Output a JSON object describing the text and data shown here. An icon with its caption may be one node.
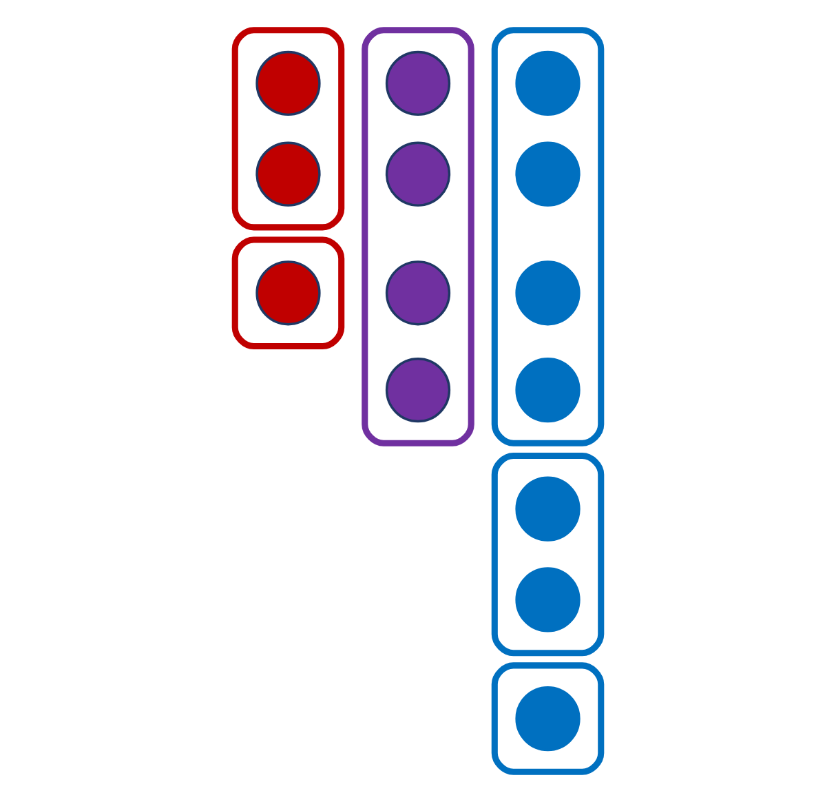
{
  "diagram": {
    "nodes": [
      {
        "text": [],
        "shape": "box"
      },
      {
        "text": [],
        "shape": "circle",
        "in": 0
      },
      {
        "text": [],
        "shape": "circle",
        "in": 0
      },
      {
        "text": [],
        "shape": "box"
      },
      {
        "text": [],
        "shape": "circle",
        "in": 3
      },
      {
        "text": [],
        "shape": "box"
      },
      {
        "text": [],
        "shape": "circle",
        "in": 5
      },
      {
        "text": [],
        "shape": "circle",
        "in": 5
      },
      {
        "text": [],
        "shape": "circle",
        "in": 5
      },
      {
        "text": [],
        "shape": "circle",
        "in": 5
      },
      {
        "text": [],
        "shape": "box"
      },
      {
        "text": [],
        "shape": "circle",
        "in": 10
      },
      {
        "text": [],
        "shape": "circle",
        "in": 10
      },
      {
        "text": [],
        "shape": "circle",
        "in": 10
      },
      {
        "text": [],
        "shape": "circle",
        "in": 10
      },
      {
        "text": [],
        "shape": "box"
      },
      {
        "text": [],
        "shape": "circle",
        "in": 15
      },
      {
        "text": [],
        "shape": "circle",
        "in": 15
      },
      {
        "text": [],
        "shape": "box"
      },
      {
        "text": [],
        "shape": "circle",
        "in": 18
      }
    ]
  }
}
